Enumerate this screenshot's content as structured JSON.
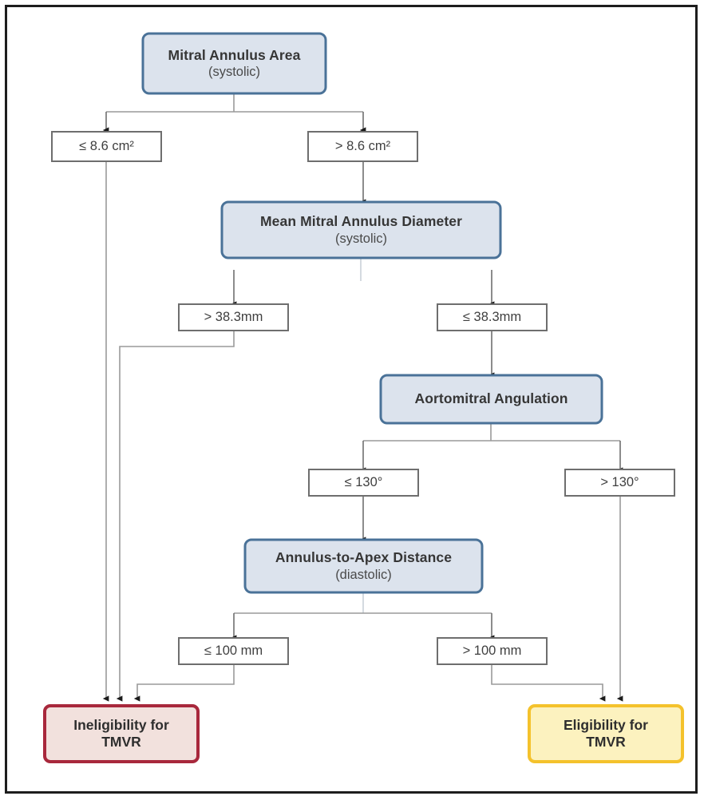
{
  "diagram": {
    "title": "TMVR eligibility decision flowchart",
    "colors": {
      "process_fill": "#dce3ed",
      "process_border": "#4a7298",
      "criteria_fill": "#ffffff",
      "criteria_border": "#6e6e6e",
      "ineligible_fill": "#f2e1dd",
      "ineligible_border": "#a8283c",
      "eligible_fill": "#fcf2bf",
      "eligible_border": "#f4c22c",
      "connector": "#8a8a8a",
      "frame": "#1d1d1d"
    },
    "nodes": {
      "mitral_annulus_area": {
        "title": "Mitral Annulus Area",
        "subtitle": "(systolic)"
      },
      "area_le": {
        "title": "≤ 8.6 cm²"
      },
      "area_gt": {
        "title": "> 8.6 cm²"
      },
      "mean_diameter": {
        "title": "Mean Mitral Annulus Diameter",
        "subtitle": "(systolic)"
      },
      "diam_gt": {
        "title": "> 38.3mm"
      },
      "diam_le": {
        "title": "≤ 38.3mm"
      },
      "aortomitral_angulation": {
        "title": "Aortomitral Angulation"
      },
      "angle_le": {
        "title": "≤ 130°"
      },
      "angle_gt": {
        "title": "> 130°"
      },
      "annulus_apex": {
        "title": "Annulus-to-Apex Distance",
        "subtitle": "(diastolic)"
      },
      "dist_le": {
        "title": "≤ 100 mm"
      },
      "dist_gt": {
        "title": "> 100 mm"
      },
      "ineligibility": {
        "title": "Ineligibility for",
        "subtitle": "TMVR"
      },
      "eligibility": {
        "title": "Eligibility for",
        "subtitle": "TMVR"
      }
    },
    "edges": [
      {
        "from": "mitral_annulus_area",
        "to": "area_le"
      },
      {
        "from": "mitral_annulus_area",
        "to": "area_gt"
      },
      {
        "from": "area_gt",
        "to": "mean_diameter"
      },
      {
        "from": "mean_diameter",
        "to": "diam_gt"
      },
      {
        "from": "mean_diameter",
        "to": "diam_le"
      },
      {
        "from": "diam_le",
        "to": "aortomitral_angulation"
      },
      {
        "from": "aortomitral_angulation",
        "to": "angle_le"
      },
      {
        "from": "aortomitral_angulation",
        "to": "angle_gt"
      },
      {
        "from": "angle_le",
        "to": "annulus_apex"
      },
      {
        "from": "annulus_apex",
        "to": "dist_le"
      },
      {
        "from": "annulus_apex",
        "to": "dist_gt"
      },
      {
        "from": "area_le",
        "to": "ineligibility"
      },
      {
        "from": "diam_gt",
        "to": "ineligibility"
      },
      {
        "from": "dist_le",
        "to": "ineligibility"
      },
      {
        "from": "dist_gt",
        "to": "eligibility"
      },
      {
        "from": "angle_gt",
        "to": "eligibility"
      }
    ]
  }
}
